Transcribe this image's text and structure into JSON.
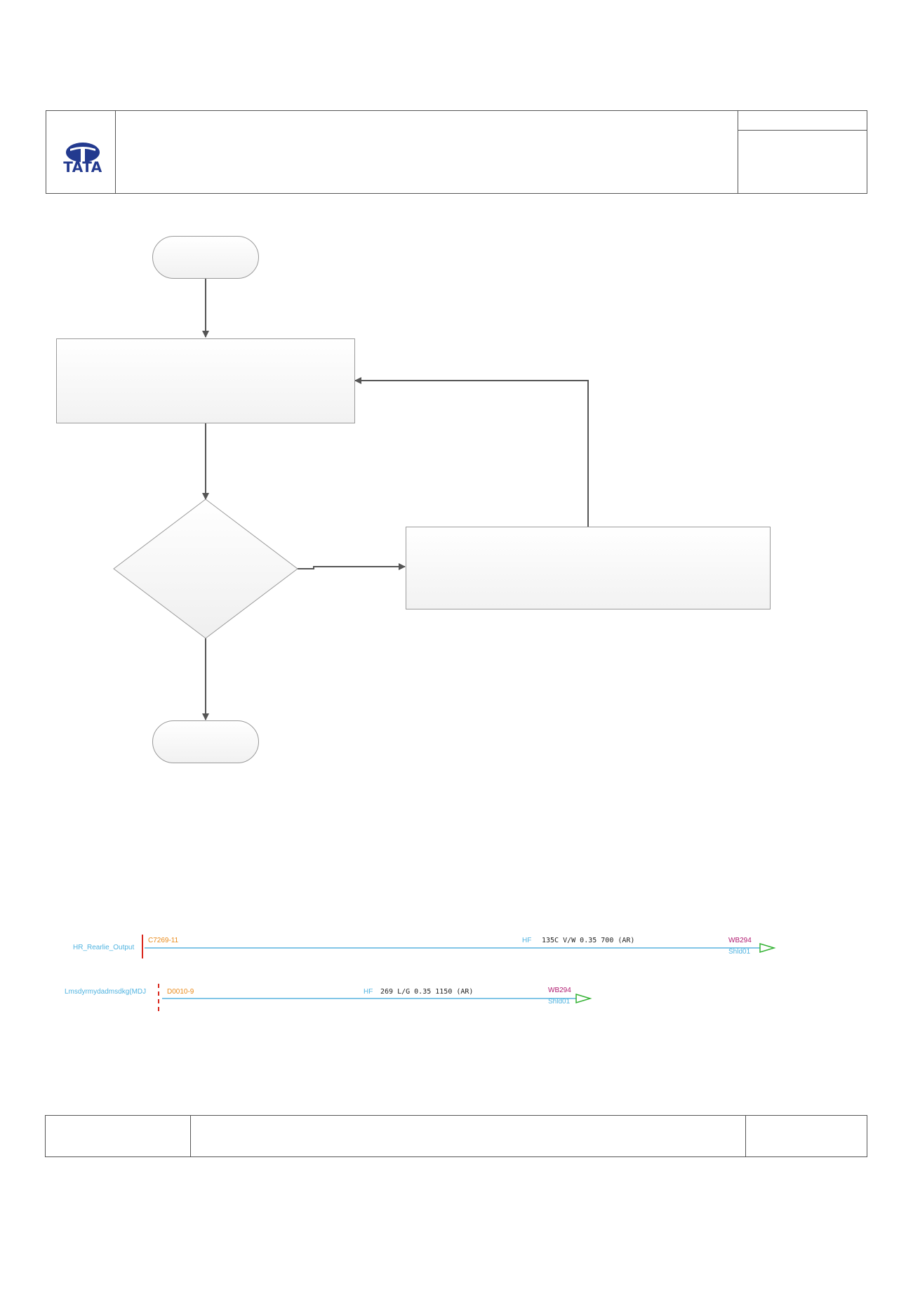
{
  "header": {
    "logo_text": "TATA",
    "logo_color": "#233a8f"
  },
  "flowchart": {
    "start_label": "",
    "process_label": "",
    "decision_label": "",
    "action_label": "",
    "end_label": ""
  },
  "wiring": {
    "line1": {
      "signal_name": "HR_Rearlie_Output",
      "connector": "C7269-11",
      "wire_prefix": "HF",
      "wire_spec": "135C V/W 0.35 700 (AR)",
      "splice": "WB294",
      "splice_sub": "Shld01"
    },
    "line2": {
      "signal_name": "Lmsdyrmydadmsdkg(MDJ",
      "connector": "D0010-9",
      "wire_prefix": "HF",
      "wire_spec": "269 L/G 0.35 1150 (AR)",
      "splice": "WB294",
      "splice_sub": "Shld01"
    },
    "colors": {
      "signal_text": "#4fb3e0",
      "connector_text": "#e98a1a",
      "connector_bar": "#d9261c",
      "wire_line": "#59b4df",
      "splice_text": "#b01a6f",
      "arrow": "#33b233"
    }
  },
  "footer": {
    "left": "",
    "middle": "",
    "right": ""
  }
}
